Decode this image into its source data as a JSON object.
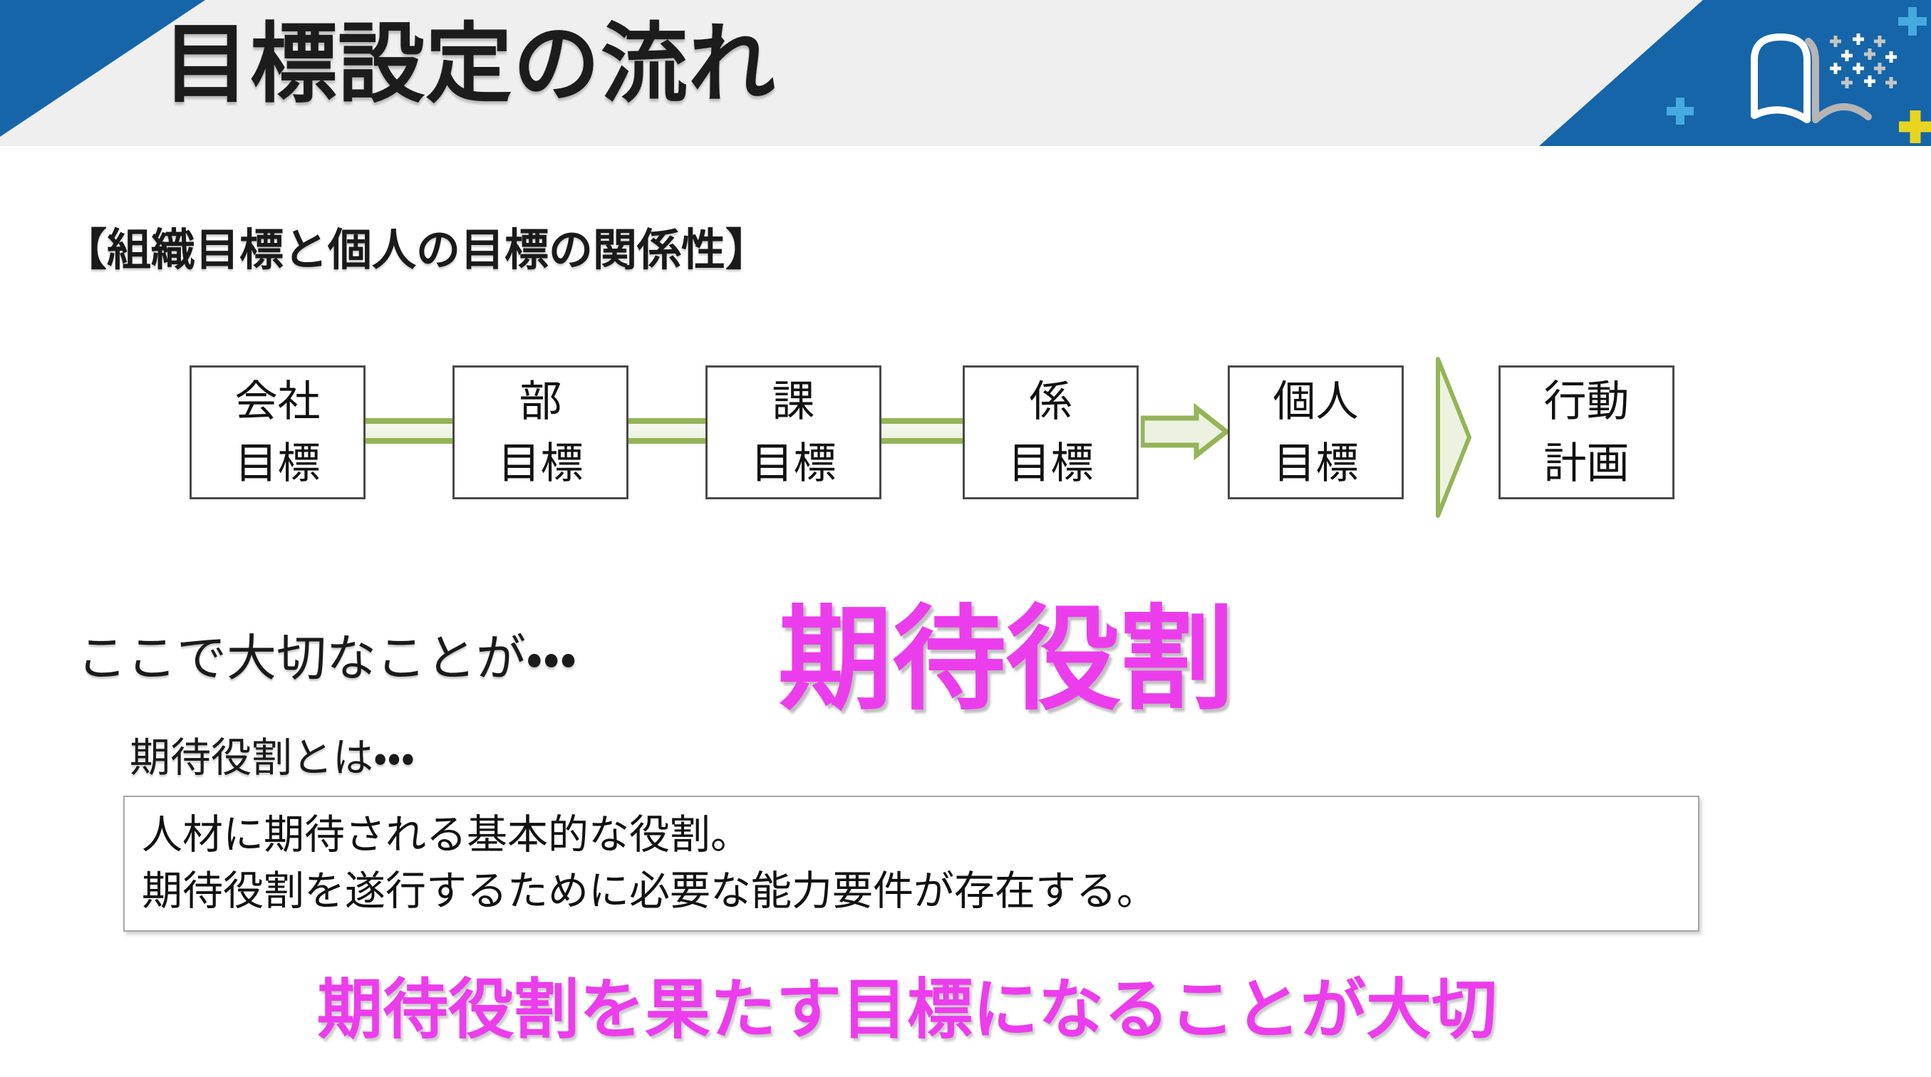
{
  "header": {
    "title": "目標設定の流れ"
  },
  "section_heading": "【組織目標と個人の目標の関係性】",
  "flow": {
    "boxes": [
      {
        "line1": "会社",
        "line2": "目標"
      },
      {
        "line1": "部",
        "line2": "目標"
      },
      {
        "line1": "課",
        "line2": "目標"
      },
      {
        "line1": "係",
        "line2": "目標"
      },
      {
        "line1": "個人",
        "line2": "目標"
      },
      {
        "line1": "行動",
        "line2": "計画"
      }
    ]
  },
  "emphasis": {
    "lead_text": "ここで大切なことが・・・",
    "highlight_word": "期待役割"
  },
  "definition": {
    "intro": "期待役割とは・・・",
    "lines": [
      "人材に期待される基本的な役割。",
      "期待役割を遂行するために必要な能力要件が存在する。"
    ]
  },
  "conclusion": "期待役割を果たす目標になることが大切",
  "colors": {
    "brand_blue": "#1565a8",
    "accent_pink": "#ec3dec",
    "arrow_stroke": "#94b457",
    "arrow_fill": "#edf2e0",
    "header_bg": "#efeff0",
    "box_border": "#4a4a4a",
    "plus_blue": "#45aadf",
    "plus_yellow": "#e8d51f"
  }
}
